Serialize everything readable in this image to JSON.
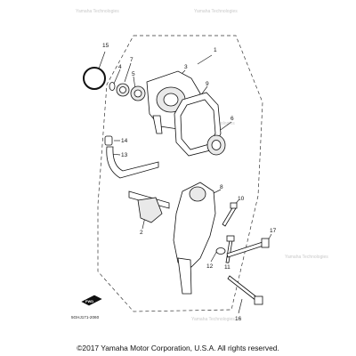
{
  "diagram": {
    "callouts": [
      "1",
      "2",
      "3",
      "4",
      "5",
      "6",
      "7",
      "8",
      "9",
      "10",
      "11",
      "12",
      "13",
      "14",
      "15",
      "16",
      "17"
    ],
    "watermark": "Yamaha Technologies",
    "drawing_code": "5GHJ171-2060",
    "fwd_label": "FWD"
  },
  "footer": {
    "copyright": "©2017 Yamaha Motor Corporation, U.S.A. All rights reserved."
  }
}
